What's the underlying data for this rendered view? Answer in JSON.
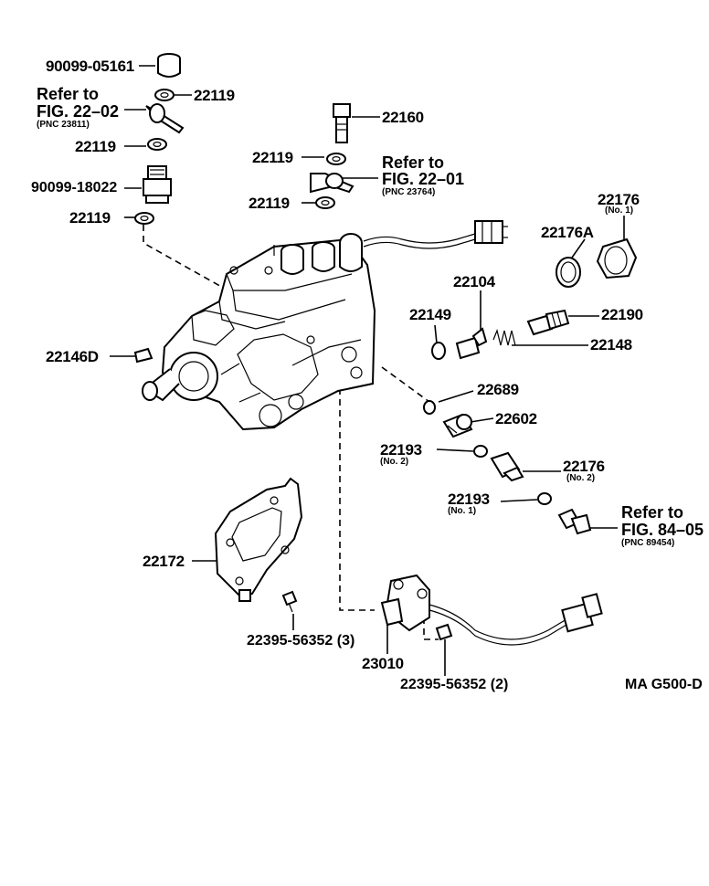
{
  "labels": {
    "p90099_05161": "90099-05161",
    "p22119_a": "22119",
    "p22119_b": "22119",
    "p90099_18022": "90099-18022",
    "p22119_c": "22119",
    "p22160": "22160",
    "p22119_d": "22119",
    "p22119_e": "22119",
    "p22176_no1": "22176",
    "p22176A": "22176A",
    "p22104": "22104",
    "p22149": "22149",
    "p22190": "22190",
    "p22148": "22148",
    "p22146D": "22146D",
    "p22689": "22689",
    "p22602": "22602",
    "p22193_no2": "22193",
    "p22176_no2": "22176",
    "p22193_no1": "22193",
    "p22172": "22172",
    "p22395_3": "22395-56352 (3)",
    "p23010": "23010",
    "p22395_2": "22395-56352 (2)"
  },
  "sublabels": {
    "no1_a": "(No. 1)",
    "no2_a": "(No. 2)",
    "no2_b": "(No. 2)",
    "no1_b": "(No. 1)"
  },
  "references": {
    "fig2202": {
      "refer": "Refer to",
      "fig": "FIG. 22–02",
      "pnc": "(PNC 23811)"
    },
    "fig2201": {
      "refer": "Refer to",
      "fig": "FIG. 22–01",
      "pnc": "(PNC 23764)"
    },
    "fig8405": {
      "refer": "Refer to",
      "fig": "FIG. 84–05",
      "pnc": "(PNC 89454)"
    }
  },
  "diagram_code": "MA G500-D"
}
